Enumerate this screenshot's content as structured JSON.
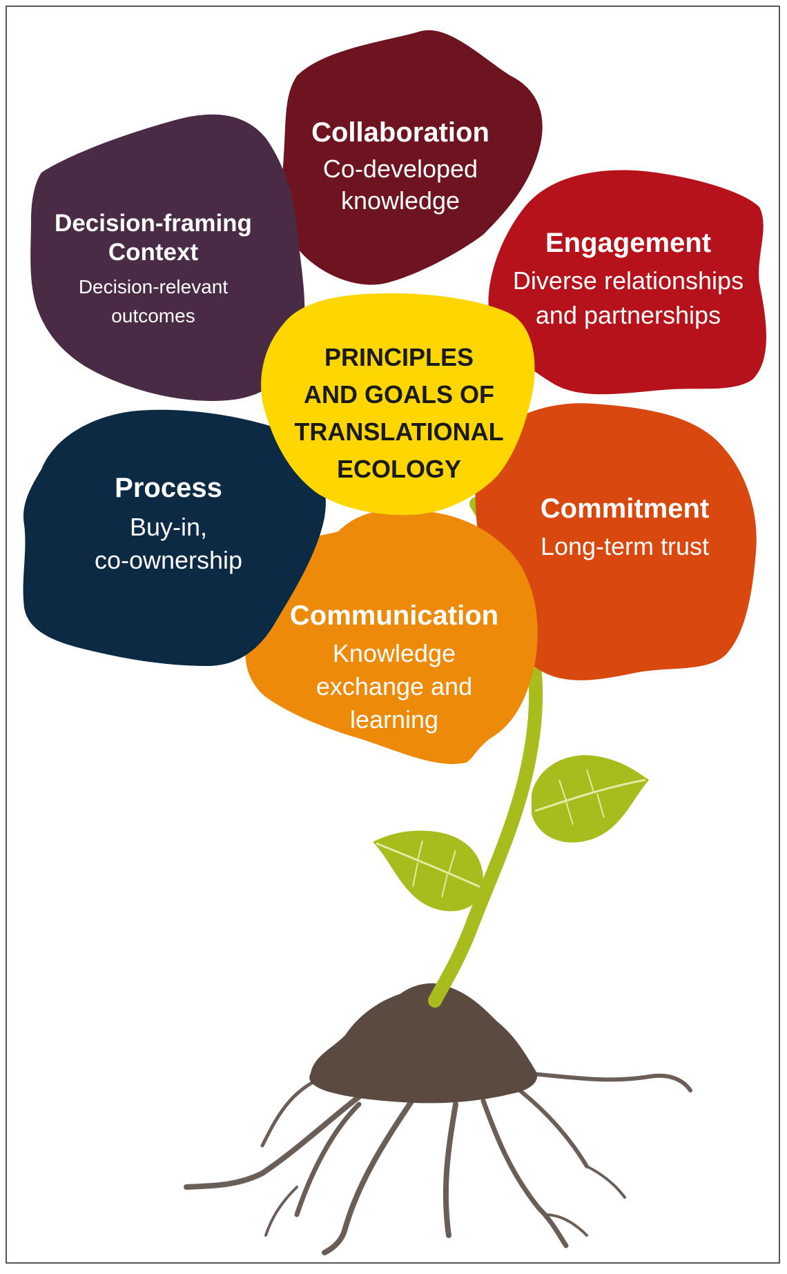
{
  "center": {
    "lines": [
      "PRINCIPLES",
      "AND GOALS OF",
      "TRANSLATIONAL",
      "ECOLOGY"
    ],
    "color": "#FFD600"
  },
  "petals": [
    {
      "key": "collaboration",
      "title_lines": [
        "Collaboration"
      ],
      "desc_lines": [
        "Co-developed",
        "knowledge"
      ],
      "color": "#6E1420"
    },
    {
      "key": "engagement",
      "title_lines": [
        "Engagement"
      ],
      "desc_lines": [
        "Diverse relationships",
        "and partnerships"
      ],
      "color": "#B5121B"
    },
    {
      "key": "commitment",
      "title_lines": [
        "Commitment"
      ],
      "desc_lines": [
        "Long-term trust"
      ],
      "color": "#D9480F"
    },
    {
      "key": "communication",
      "title_lines": [
        "Communication"
      ],
      "desc_lines": [
        "Knowledge",
        "exchange and",
        "learning"
      ],
      "color": "#EE8A0A"
    },
    {
      "key": "process",
      "title_lines": [
        "Process"
      ],
      "desc_lines": [
        "Buy-in,",
        "co-ownership"
      ],
      "color": "#0D2A45"
    },
    {
      "key": "decision-framing",
      "title_lines": [
        "Decision-framing",
        "Context"
      ],
      "desc_lines": [
        "Decision-relevant",
        "outcomes"
      ],
      "color": "#4A2B45"
    }
  ],
  "plant": {
    "stem_color": "#A8BC1E",
    "leaf_color": "#A8BC1E",
    "soil_color": "#5A4A40",
    "root_color": "#6B5E57"
  }
}
